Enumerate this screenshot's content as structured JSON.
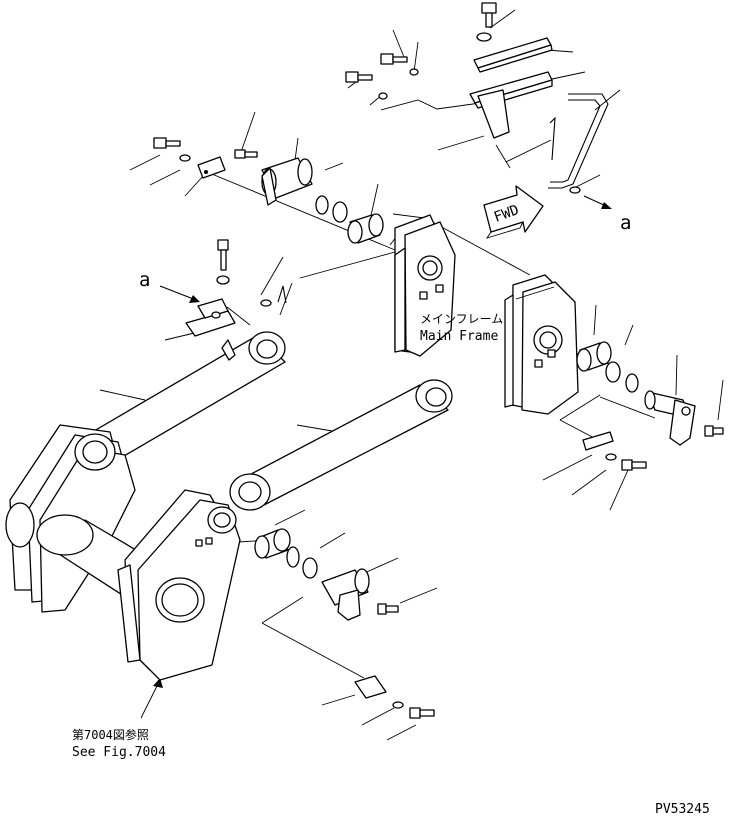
{
  "labels": {
    "main_frame_jp": "メインフレーム",
    "main_frame_en": "Main Frame",
    "ref_jp": "第7004図参照",
    "ref_en": "See Fig.7004",
    "fwd": "FWD",
    "arrow_a_left": "a",
    "arrow_a_right": "a",
    "figure_code": "PV53245"
  },
  "colors": {
    "ink": "#000000",
    "paper": "#ffffff"
  }
}
